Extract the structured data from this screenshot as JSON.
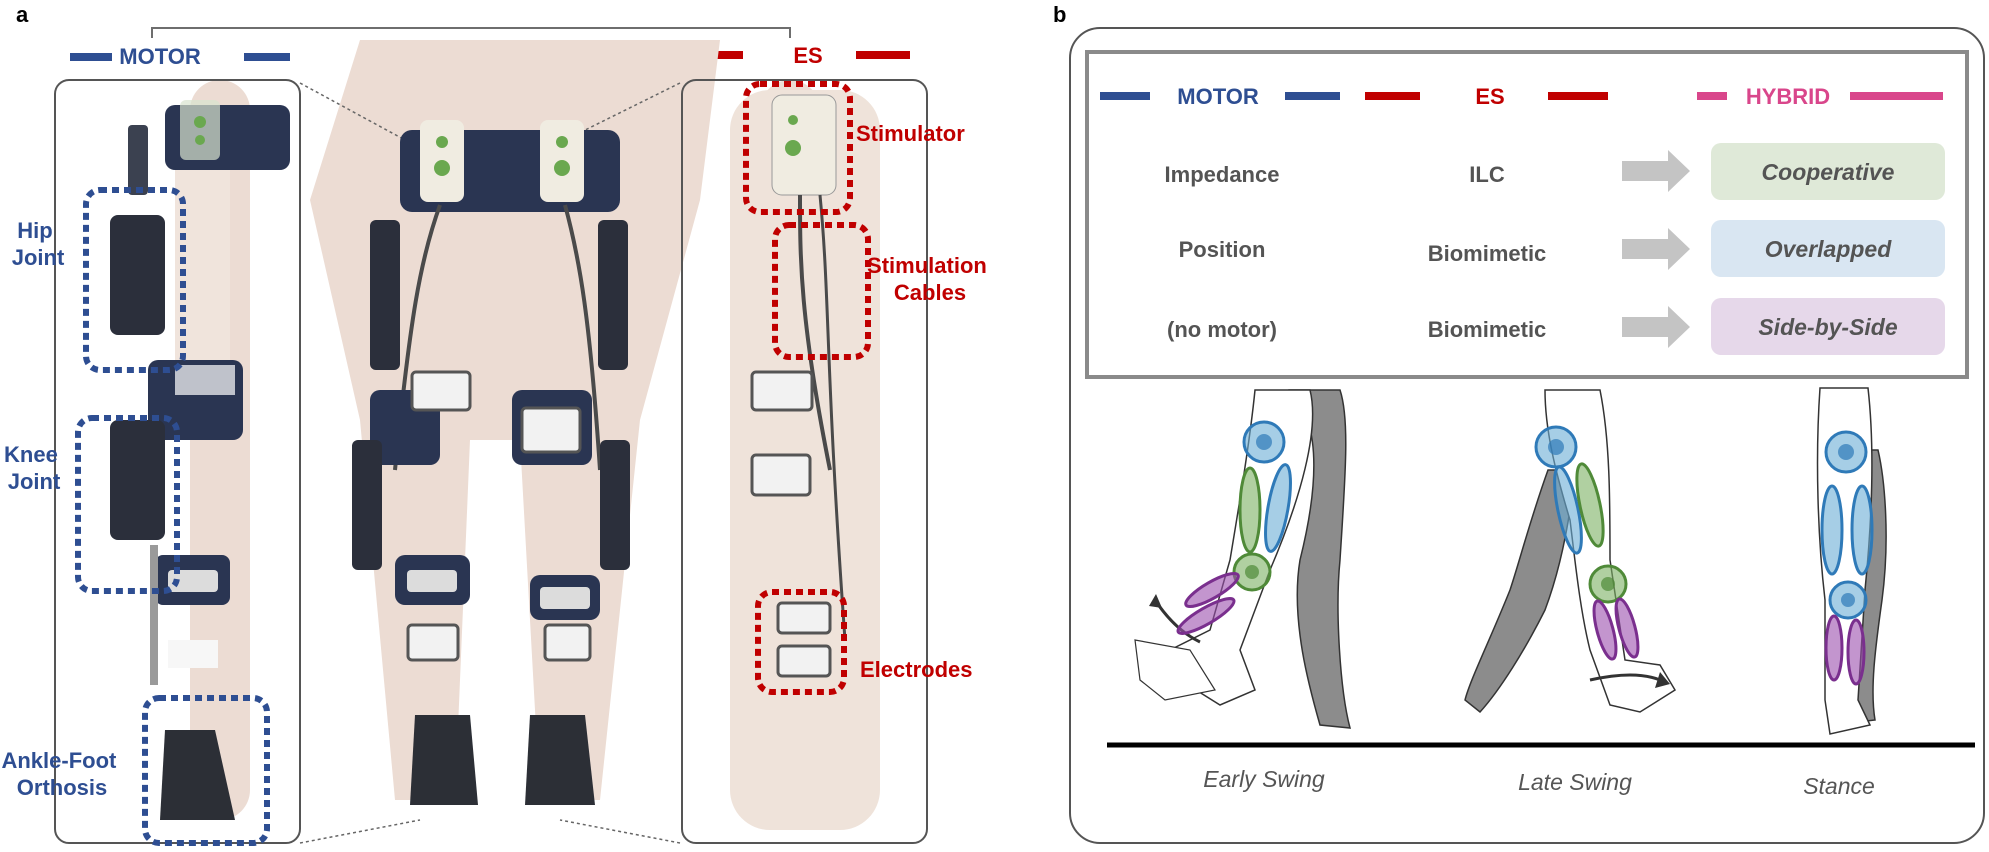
{
  "panel_a": {
    "letter": "a",
    "motor_label": "MOTOR",
    "es_label": "ES",
    "hip_label": [
      "Hip",
      "Joint"
    ],
    "knee_label": [
      "Knee",
      "Joint"
    ],
    "ankle_label": [
      "Ankle-Foot",
      "Orthosis"
    ],
    "stimulator_label": "Stimulator",
    "cables_label": [
      "Stimulation",
      "Cables"
    ],
    "electrodes_label": "Electrodes"
  },
  "panel_b": {
    "letter": "b",
    "legend": {
      "motor": "MOTOR",
      "es": "ES",
      "hybrid": "HYBRID"
    },
    "rows": [
      {
        "motor": "Impedance",
        "es": "ILC",
        "hybrid": "Cooperative"
      },
      {
        "motor": "Position",
        "es": "Biomimetic",
        "hybrid": "Overlapped"
      },
      {
        "motor": "(no motor)",
        "es": "Biomimetic",
        "hybrid": "Side-by-Side"
      }
    ],
    "phases": [
      "Early Swing",
      "Late Swing",
      "Stance"
    ]
  },
  "colors": {
    "motor": "#2e4e92",
    "es": "#c00000",
    "hybrid": "#d9468b",
    "cooperative_bg": "#dfe9d8",
    "overlapped_bg": "#d9e6f2",
    "side_by_side_bg": "#e6d8ea",
    "muscle_blue": "#6baed6",
    "muscle_green": "#7cb063",
    "muscle_purple": "#9b4fae"
  }
}
